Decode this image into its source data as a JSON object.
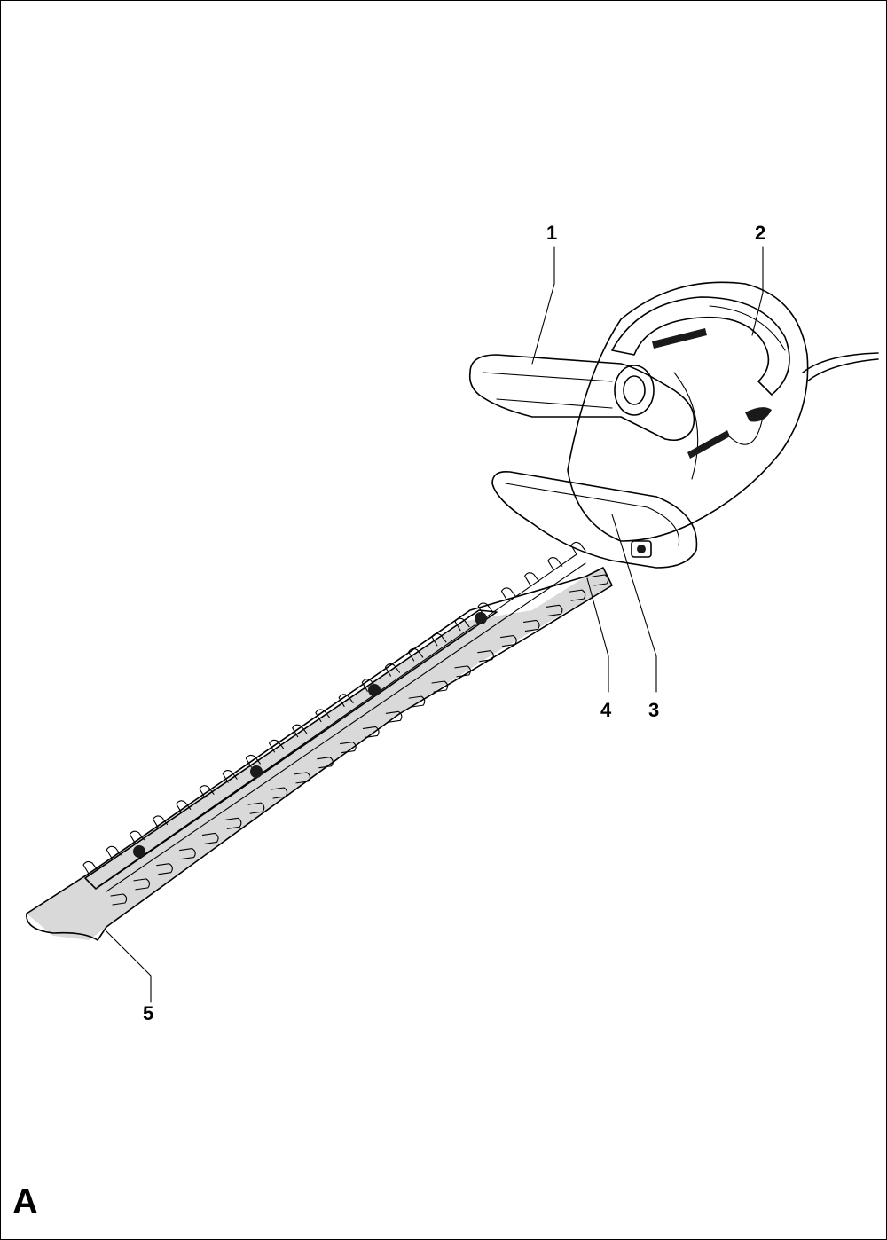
{
  "figure": {
    "letter": "A",
    "callouts": [
      {
        "id": "1",
        "label": "1"
      },
      {
        "id": "2",
        "label": "2"
      },
      {
        "id": "3",
        "label": "3"
      },
      {
        "id": "4",
        "label": "4"
      },
      {
        "id": "5",
        "label": "5"
      }
    ]
  },
  "colors": {
    "ink": "#000000",
    "background": "#ffffff",
    "shade": "#d9d9d9"
  }
}
